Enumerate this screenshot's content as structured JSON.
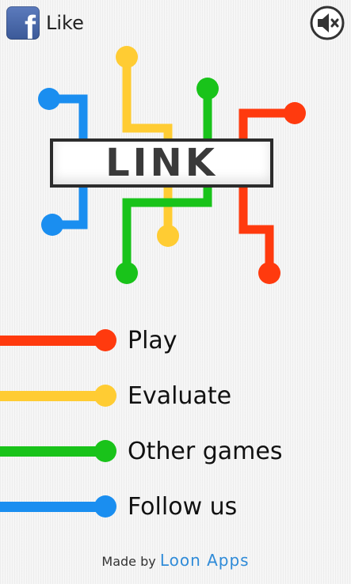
{
  "facebook": {
    "icon_letter": "f",
    "label": "Like"
  },
  "sound": {
    "icon": "speaker-muted-icon"
  },
  "title": "LINK",
  "colors": {
    "red": "#ff3a0e",
    "yellow": "#ffcc33",
    "green": "#19c31a",
    "blue": "#1a8ef0",
    "background": "#f6f6f6"
  },
  "menu": [
    {
      "label": "Play",
      "color": "#ff3a0e"
    },
    {
      "label": "Evaluate",
      "color": "#ffcc33"
    },
    {
      "label": "Other games",
      "color": "#19c31a"
    },
    {
      "label": "Follow us",
      "color": "#1a8ef0"
    }
  ],
  "footer": {
    "prefix": "Made by",
    "brand": "Loon Apps"
  }
}
